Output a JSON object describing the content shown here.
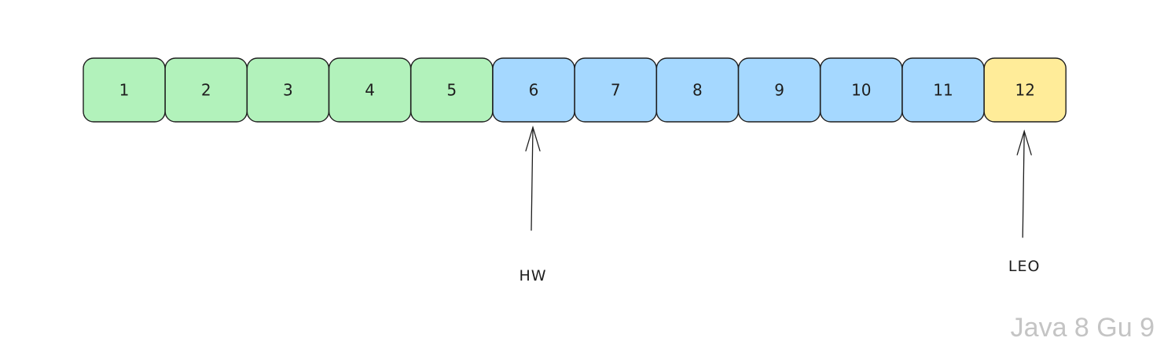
{
  "diagram": {
    "cells": [
      {
        "label": "1",
        "state": "committed"
      },
      {
        "label": "2",
        "state": "committed"
      },
      {
        "label": "3",
        "state": "committed"
      },
      {
        "label": "4",
        "state": "committed"
      },
      {
        "label": "5",
        "state": "committed"
      },
      {
        "label": "6",
        "state": "uncommitted"
      },
      {
        "label": "7",
        "state": "uncommitted"
      },
      {
        "label": "8",
        "state": "uncommitted"
      },
      {
        "label": "9",
        "state": "uncommitted"
      },
      {
        "label": "10",
        "state": "uncommitted"
      },
      {
        "label": "11",
        "state": "uncommitted"
      },
      {
        "label": "12",
        "state": "next"
      }
    ],
    "colors": {
      "committed": "#b2f2bb",
      "uncommitted": "#a5d8ff",
      "next": "#ffec99"
    },
    "pointers": [
      {
        "label": "HW",
        "target_index": 5
      },
      {
        "label": "LEO",
        "target_index": 11
      }
    ]
  },
  "watermark": "Java 8 Gu 9"
}
